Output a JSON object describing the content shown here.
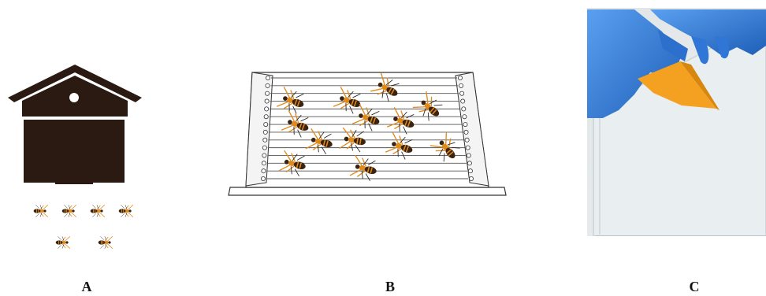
{
  "panels": [
    {
      "id": "A",
      "label": "A",
      "content": "hive-with-wasps"
    },
    {
      "id": "B",
      "label": "B",
      "content": "electric-harp-with-wasps"
    },
    {
      "id": "C",
      "label": "C",
      "content": "gloved-hands-scraping-glass-plate"
    }
  ],
  "colors": {
    "hive": "#2a1a12",
    "wasp_body": "#3b2312",
    "wasp_stripe": "#e08a1e",
    "glove": "#3a7fd9",
    "scraper": "#f4a020"
  },
  "icons": [
    "hive-icon",
    "wasp-icon",
    "harp-grid-icon",
    "gloved-hand-icon",
    "scraper-icon",
    "glass-plate-icon"
  ]
}
